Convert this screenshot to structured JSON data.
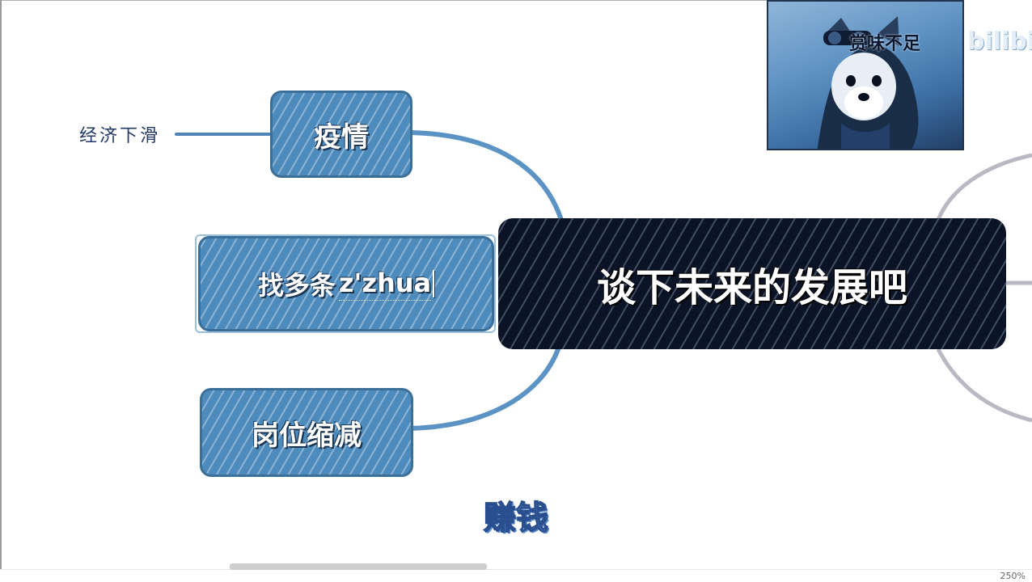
{
  "mindmap": {
    "central_topic": "谈下未来的发展吧",
    "left_branches": [
      {
        "label": "疫情",
        "child_label": "经济下滑"
      },
      {
        "label_committed": "找多条",
        "label_ime": "z'zhua"
      },
      {
        "label": "岗位缩减"
      }
    ]
  },
  "subtitle": "赚钱",
  "webcam": {
    "caption": "赏味不足",
    "watermark": "bilibili"
  },
  "status_bar": {
    "zoom": "250%"
  },
  "colors": {
    "branch_blue": "#4e8bbd",
    "central_dark": "#0b1426",
    "connector": "#5b93c4",
    "right_connector": "#b9b9c4"
  }
}
